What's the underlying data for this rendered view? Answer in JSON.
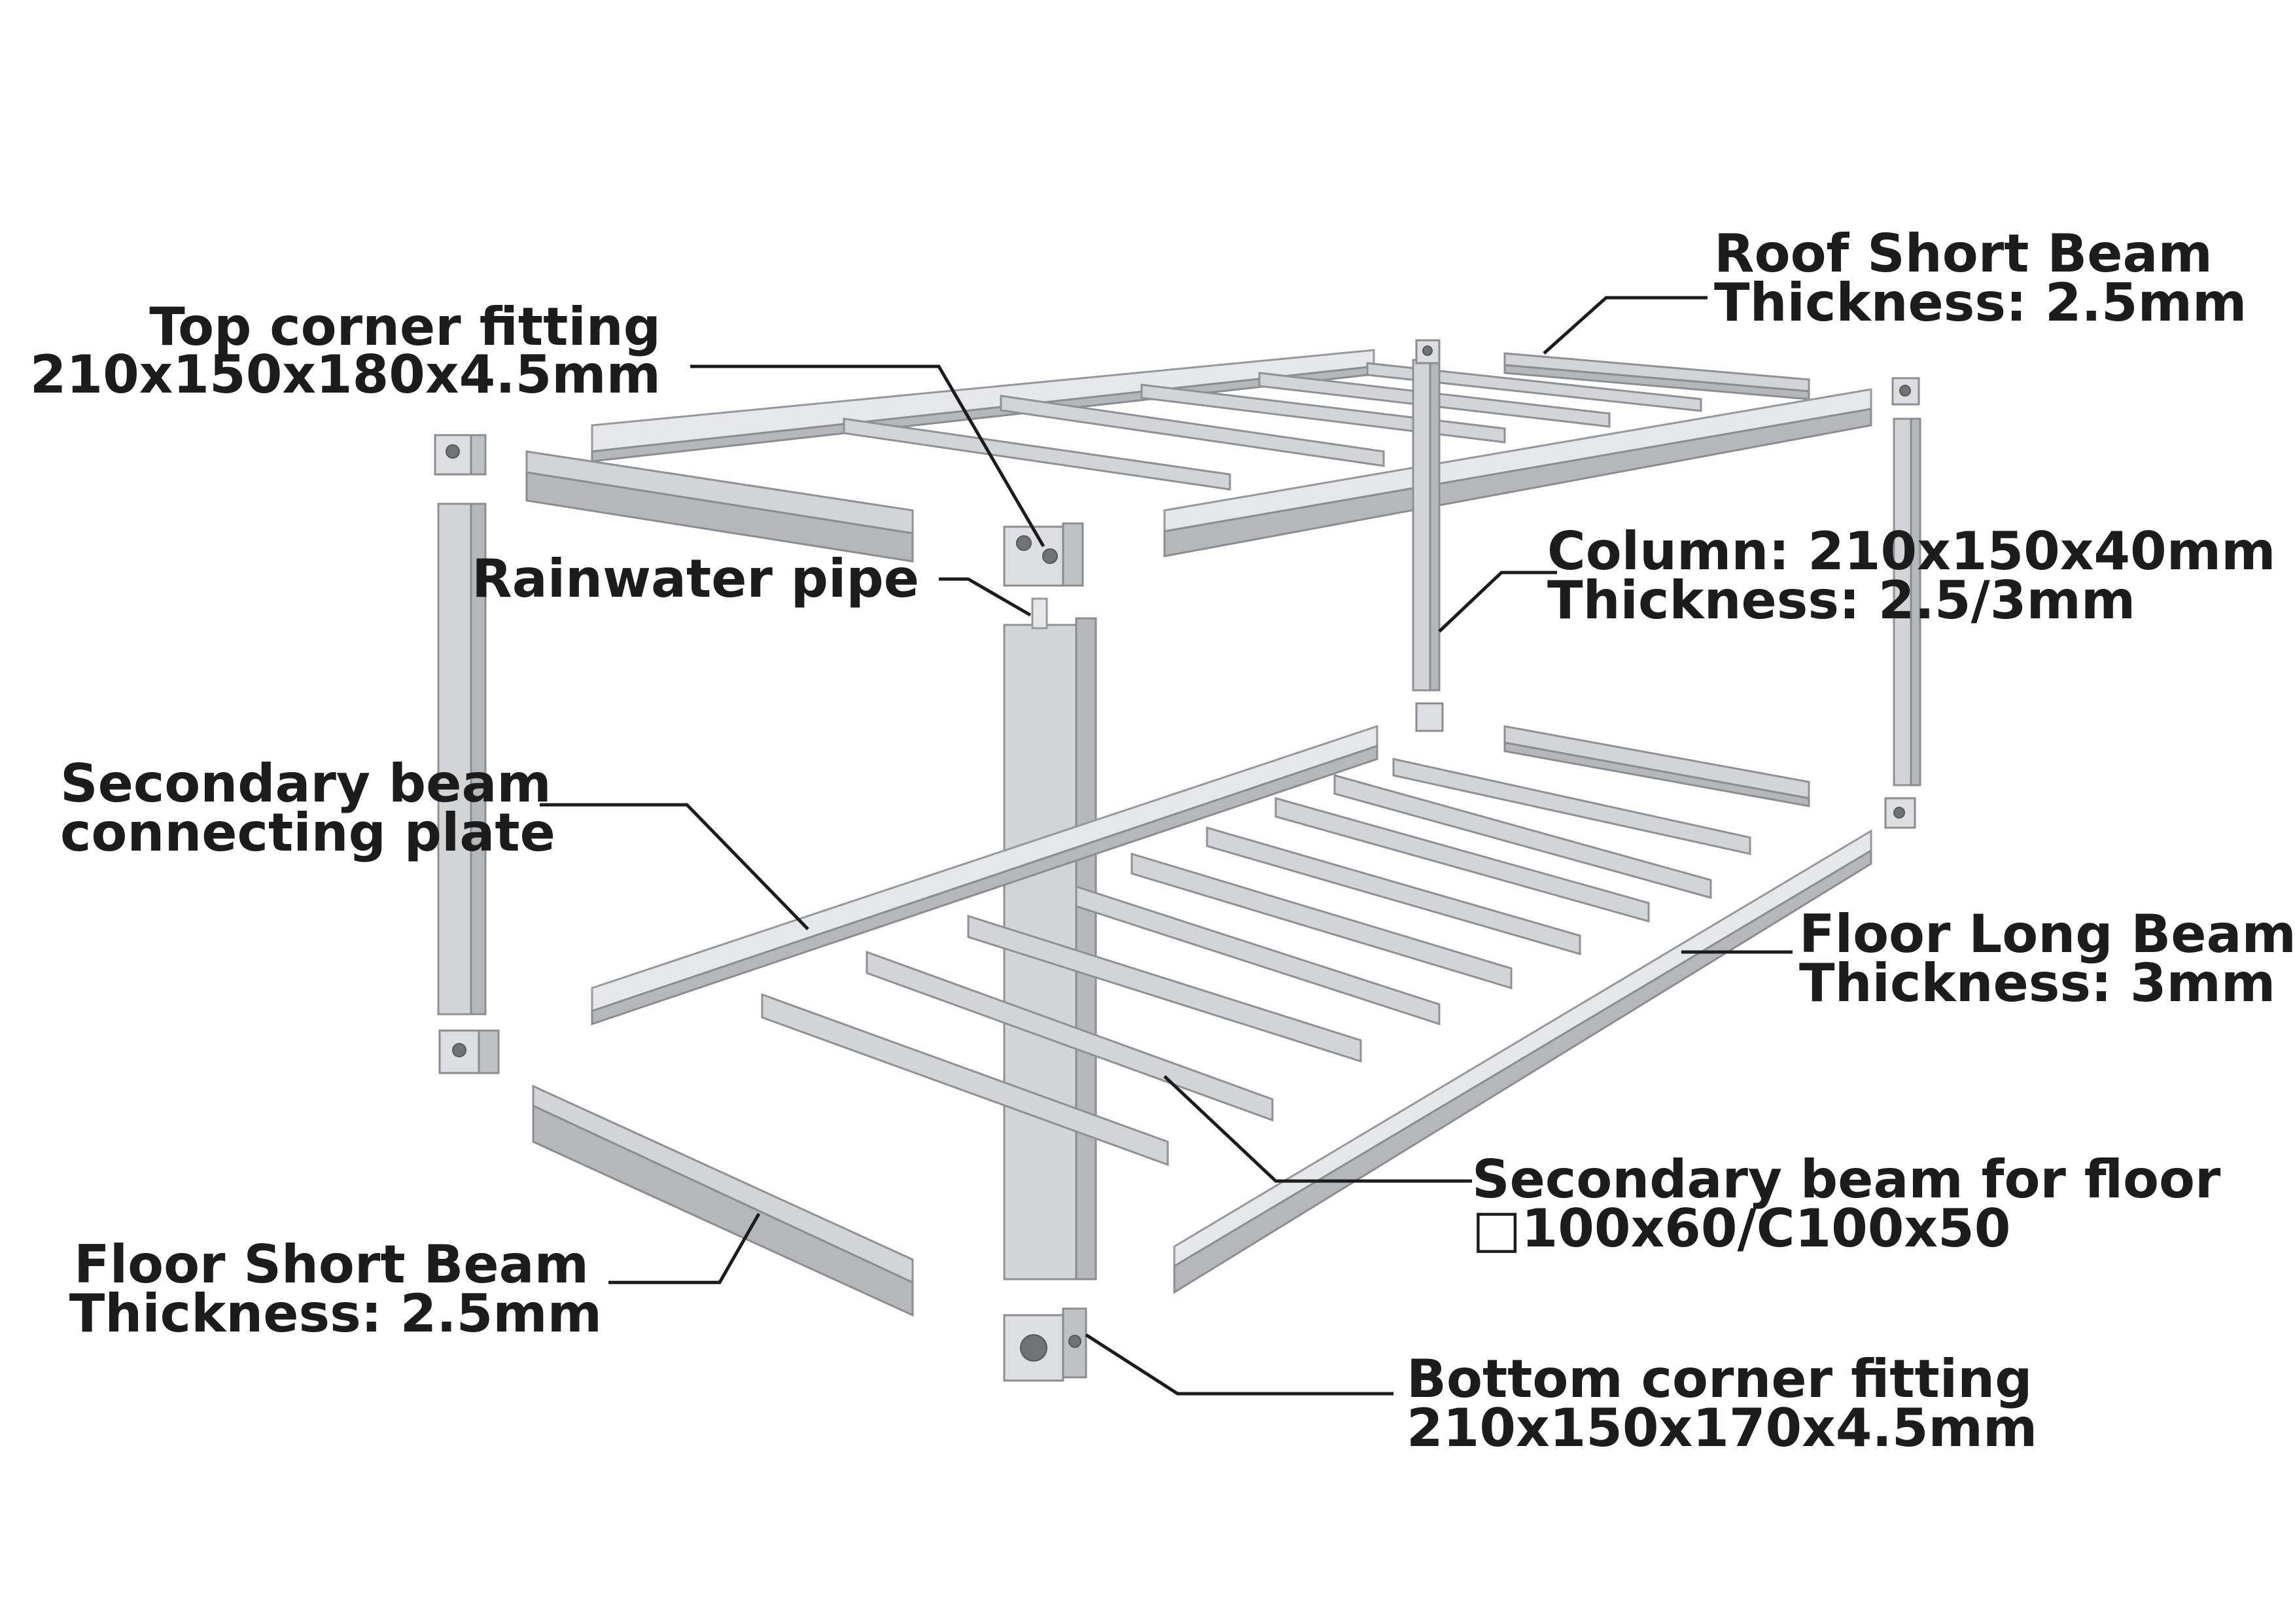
{
  "labels": {
    "roof_short_beam": {
      "line1": "Roof Short Beam",
      "line2": "Thickness: 2.5mm"
    },
    "top_corner_fitting": {
      "line1": "Top corner fitting",
      "line2": "210x150x180x4.5mm"
    },
    "column": {
      "line1": "Column: 210x150x40mm",
      "line2": "Thickness: 2.5/3mm"
    },
    "rainwater_pipe": {
      "line1": "Rainwater pipe"
    },
    "secondary_beam_plate": {
      "line1": "Secondary beam",
      "line2": "connecting plate"
    },
    "floor_long_beam": {
      "line1": "Floor Long Beam",
      "line2": "Thickness: 3mm"
    },
    "secondary_beam_floor": {
      "line1": "Secondary beam for floor",
      "line2": "□100x60/C100x50"
    },
    "floor_short_beam": {
      "line1": "Floor Short Beam",
      "line2": "Thickness: 2.5mm"
    },
    "bottom_corner_fitting": {
      "line1": "Bottom corner fitting",
      "line2": "210x150x170x4.5mm"
    }
  },
  "colors": {
    "steel": "#d2d4d6",
    "steel_shadow": "#b5b8bb",
    "edge": "#8e9295",
    "text": "#1c1c1c"
  }
}
